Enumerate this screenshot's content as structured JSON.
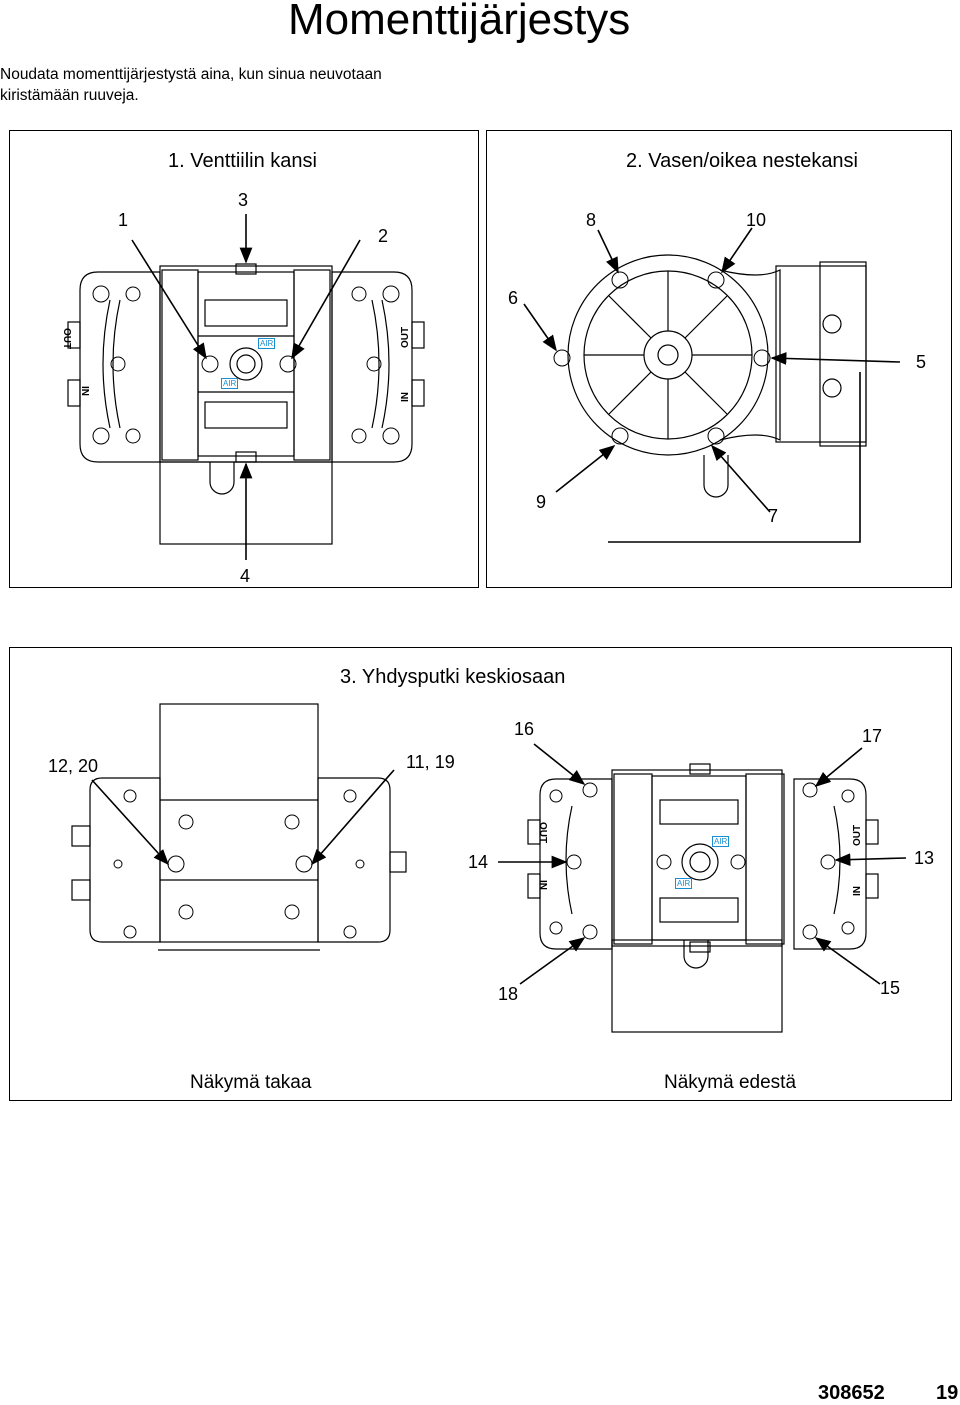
{
  "page": {
    "title": "Momenttijärjestys",
    "intro": "Noudata momenttijärjestystä aina, kun sinua neuvotaan kiristämään ruuveja."
  },
  "panel1": {
    "title": "1. Venttiilin kansi",
    "callouts": [
      "1",
      "3",
      "2",
      "4"
    ],
    "labels": {
      "out": "OUT",
      "in": "IN",
      "air": "AIR"
    }
  },
  "panel2": {
    "title": "2. Vasen/oikea nestekansi",
    "callouts": [
      "8",
      "10",
      "6",
      "5",
      "9",
      "7"
    ]
  },
  "panel3": {
    "title": "3. Yhdysputki keskiosaan",
    "callouts": [
      "12, 20",
      "11, 19",
      "16",
      "17",
      "14",
      "13",
      "18",
      "15"
    ],
    "caption_back": "Näkymä takaa",
    "caption_front": "Näkymä edestä",
    "labels": {
      "out": "OUT",
      "in": "IN",
      "air": "AIR"
    }
  },
  "footer": {
    "doc_number": "308652",
    "page_number": "19"
  },
  "colors": {
    "air_label": "#1a8fd0",
    "line": "#000000"
  }
}
